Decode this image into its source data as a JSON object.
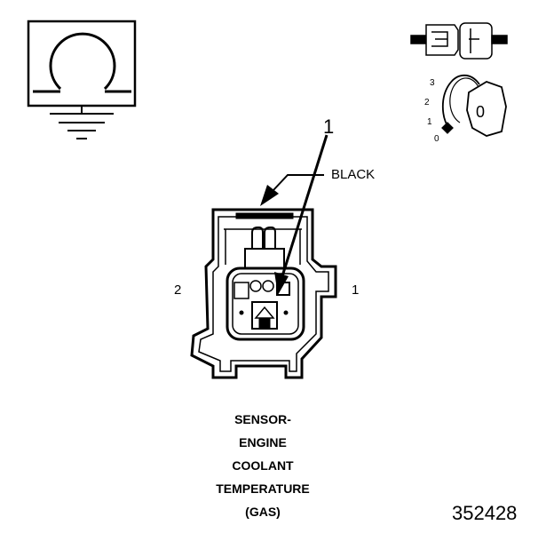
{
  "callout_number": "1",
  "color_label": "BLACK",
  "pin_left": "2",
  "pin_right": "1",
  "key_positions": [
    "3",
    "2",
    "1",
    "0"
  ],
  "key_symbol": "0",
  "caption_lines": [
    "SENSOR-",
    "ENGINE",
    "COOLANT",
    "TEMPERATURE",
    "(GAS)"
  ],
  "figure_number": "352428",
  "icons": [
    "ohm-meter-ground-icon",
    "connector-plug-icon",
    "ignition-key-icon"
  ]
}
